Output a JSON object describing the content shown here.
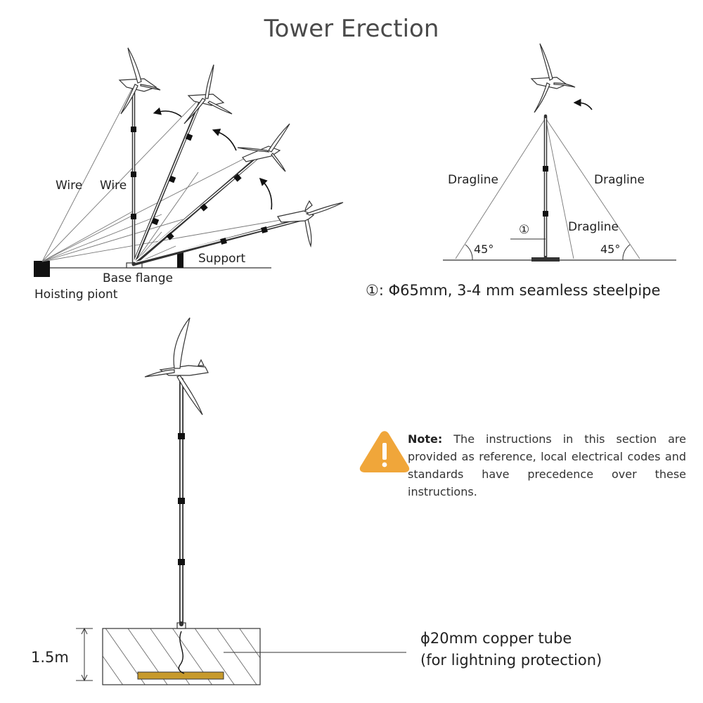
{
  "title": "Tower Erection",
  "colors": {
    "line": "#333333",
    "warning": "#f0a63a",
    "copper": "#c79a2c"
  },
  "icons": {
    "warning": "warning-triangle-icon",
    "arrow": "curved-arrow-icon"
  },
  "diagram1": {
    "labels": {
      "wire1": "Wire",
      "wire2": "Wire",
      "support": "Support",
      "base_flange": "Base flange",
      "hoisting_point": "Hoisting piont"
    }
  },
  "diagram2": {
    "labels": {
      "dragline_left": "Dragline",
      "dragline_right": "Dragline",
      "dragline_mid": "Dragline",
      "angle_left": "45°",
      "angle_right": "45°",
      "marker": "①"
    },
    "pipe_spec": "①: Φ65mm, 3-4 mm seamless steelpipe"
  },
  "diagram3": {
    "depth_label": "1.5m",
    "copper_line1": "ϕ20mm copper tube",
    "copper_line2": "(for lightning protection)"
  },
  "note": {
    "label": "Note:",
    "text": "The instructions in this section are provided as reference, local electrical codes and standards have precedence over these instructions."
  }
}
